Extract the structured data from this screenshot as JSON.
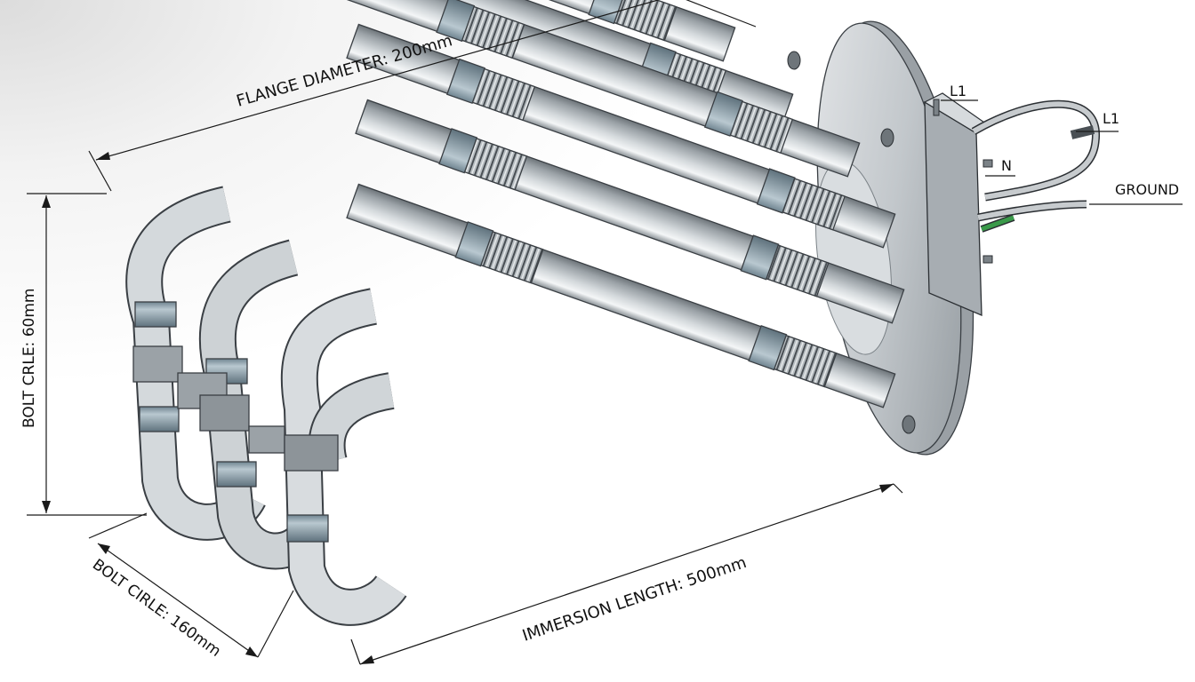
{
  "annotations": {
    "flange_diameter": "FLANGE DIAMETER: 200mm",
    "immersion_length": "IMMERSION LENGTH: 500mm",
    "bolt_circle_vertical": "BOLT CRLE: 60mm",
    "bolt_circle_diagonal": "BOLT CIRLE: 160mm",
    "terminal_l1_upper": "L1",
    "terminal_l1_right": "L1",
    "terminal_n": "N",
    "terminal_ground": "GROUND"
  },
  "colors": {
    "pipe_light": "#f2f4f5",
    "pipe_mid": "#b9bfc4",
    "pipe_dark": "#70777d",
    "band": "#8fa2ae",
    "wire_green": "#3a9a4a",
    "outline": "#2b2f33"
  }
}
